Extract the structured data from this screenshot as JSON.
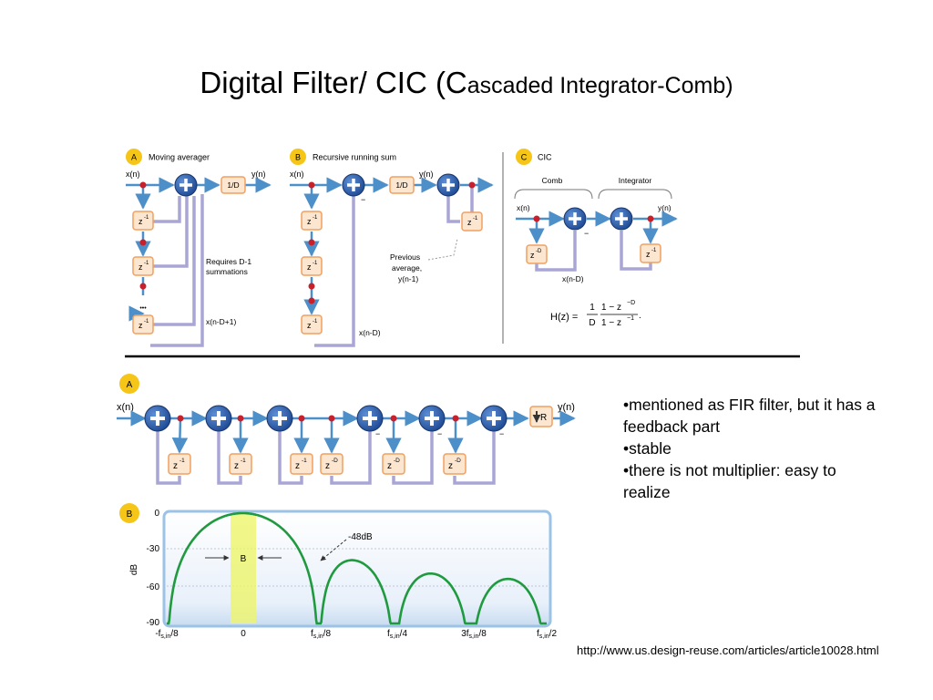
{
  "title": {
    "main": "Digital Filter/ CIC (C",
    "rest": "ascaded Integrator-Comb)"
  },
  "panels": {
    "A": {
      "badge": "A",
      "label": "Moving averager",
      "input": "x(n)",
      "output": "y(n)",
      "gain": "1/D",
      "delay": "z",
      "delay_exp": "-1",
      "ellipsis": "•••",
      "note_line1": "Requires D-1",
      "note_line2": "summations",
      "tap": "x(n-D+1)"
    },
    "B": {
      "badge": "B",
      "label": "Recursive running sum",
      "input": "x(n)",
      "output": "y(n)",
      "gain": "1/D",
      "delay": "z",
      "delay_exp": "-1",
      "minus": "−",
      "note_line1": "Previous",
      "note_line2": "average,",
      "note_line3": "y(n-1)",
      "tap": "x(n-D)"
    },
    "C": {
      "badge": "C",
      "label": "CIC",
      "comb": "Comb",
      "integrator": "Integrator",
      "input": "x(n)",
      "output": "y(n)",
      "delay_D": "z",
      "delay_D_exp": "-D",
      "delay_1": "z",
      "delay_1_exp": "-1",
      "tap": "x(n-D)",
      "minus": "−",
      "formula_lhs": "H(z) =",
      "formula_frac1_num": "1",
      "formula_frac1_den": "D",
      "formula_frac2_num": "1 − z",
      "formula_frac2_num_exp": "−D",
      "formula_frac2_den": "1 − z",
      "formula_frac2_den_exp": "−1",
      "formula_end": "."
    }
  },
  "cascade": {
    "badge": "A",
    "input": "x(n)",
    "output": "y(n)",
    "decim": "R",
    "delays": [
      {
        "base": "z",
        "exp": "-1"
      },
      {
        "base": "z",
        "exp": "-1"
      },
      {
        "base": "z",
        "exp": "-1"
      },
      {
        "base": "z",
        "exp": "-D"
      },
      {
        "base": "z",
        "exp": "-D"
      },
      {
        "base": "z",
        "exp": "-D"
      }
    ],
    "minus": "−"
  },
  "response": {
    "badge": "B",
    "ylabel": "dB",
    "yticks": [
      "0",
      "-30",
      "-60",
      "-90"
    ],
    "band_label": "B",
    "annotation": "-48dB"
  },
  "bullets": [
    "•mentioned as FIR filter, but it has a feedback part",
    "•stable",
    "•there is not multiplier: easy to realize"
  ],
  "source_url": "http://www.us.design-reuse.com/articles/article10028.html",
  "colors": {
    "adder": "#2f5fa8",
    "arrow": "#4d8fc9",
    "wire": "#a9a6d6",
    "delay_fill": "#fde6cf",
    "delay_stroke": "#f0a060",
    "badge": "#f5c518",
    "curve": "#1f9a3e",
    "band": "#eef56a",
    "node": "#c8202a"
  }
}
